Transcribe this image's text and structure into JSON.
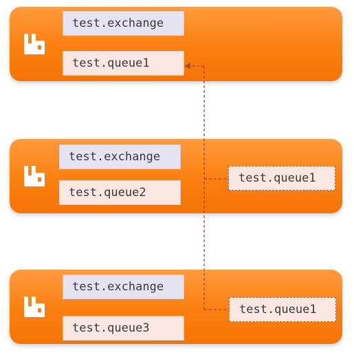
{
  "nodes": [
    {
      "exchange": "test.exchange",
      "queue": "test.queue1"
    },
    {
      "exchange": "test.exchange",
      "queue": "test.queue2",
      "mirrored_queue": "test.queue1"
    },
    {
      "exchange": "test.exchange",
      "queue": "test.queue3",
      "mirrored_queue": "test.queue1"
    }
  ],
  "colors": {
    "node_fill": "#fb7f0f",
    "exchange_fill": "#e6e4f2",
    "queue_fill": "#fbe7e2",
    "link_stroke": "#a5483a"
  },
  "icons": {
    "node_logo": "rabbitmq-logo-icon"
  }
}
